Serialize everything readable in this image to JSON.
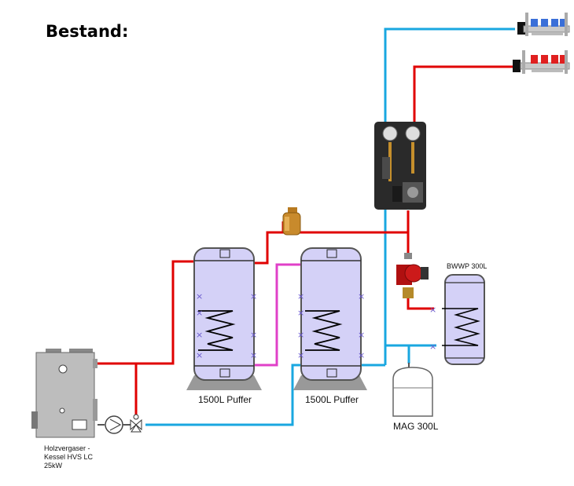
{
  "title": "Bestand:",
  "components": {
    "buffer_left": {
      "label": "1500L Puffer"
    },
    "buffer_right": {
      "label": "1500L Puffer"
    },
    "dhw_tank": {
      "label": "BWWP 300L"
    },
    "expansion_vessel": {
      "label": "MAG 300L"
    },
    "boiler": {
      "label_lines": [
        "Holzvergaser -",
        "Kessel HVS LC",
        "25kW"
      ]
    }
  },
  "colors": {
    "hot_pipe": "#e00000",
    "cold_pipe": "#19a7e0",
    "return_pipe": "#e040c8",
    "tank_fill": "#d4d1f7",
    "tank_outline": "#555555",
    "coil": "#000000",
    "sensor_mark": "#6a5acd"
  },
  "icons": [
    "heating-manifold-icon",
    "pump-station-icon",
    "circulation-pump-icon",
    "air-separator-icon",
    "mixing-valve-icon",
    "boiler-icon"
  ]
}
